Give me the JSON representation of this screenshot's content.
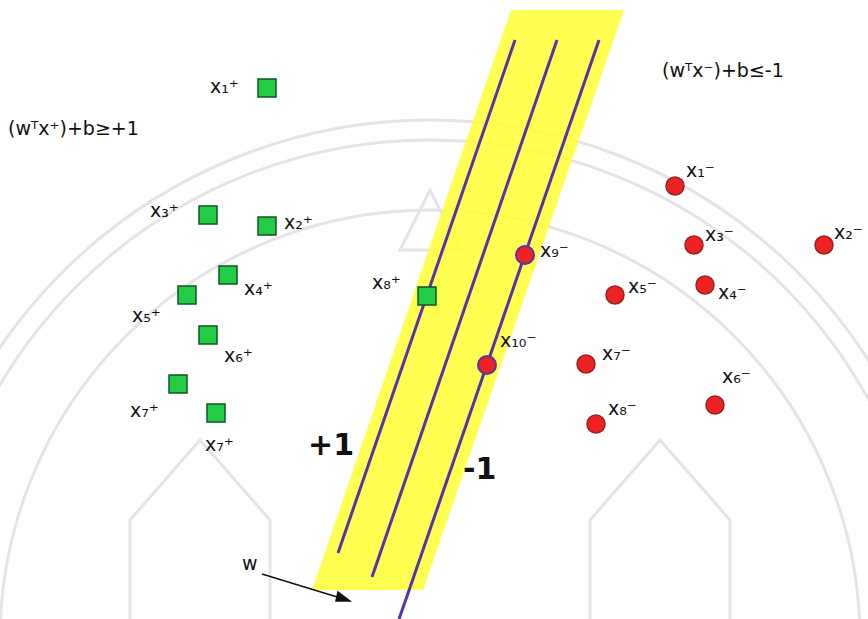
{
  "diagram": {
    "labels": [
      "(wᵀx⁺)+b≥+1",
      "x₁⁺",
      "(wᵀx⁻)+b≤-1",
      "x₁⁻",
      "x₃⁺",
      "x₂⁺",
      "x₃⁻",
      "x₂⁻",
      "x₉⁻",
      "x₈⁺",
      "x₄⁺",
      "x₅⁻",
      "x₄⁻",
      "x₅⁺",
      "x₁₀⁻",
      "x₆⁺",
      "x₇⁻",
      "x₆⁻",
      "x₇⁺",
      "x₈⁻",
      "x₇⁺",
      "+1",
      "-1",
      "w"
    ]
  }
}
